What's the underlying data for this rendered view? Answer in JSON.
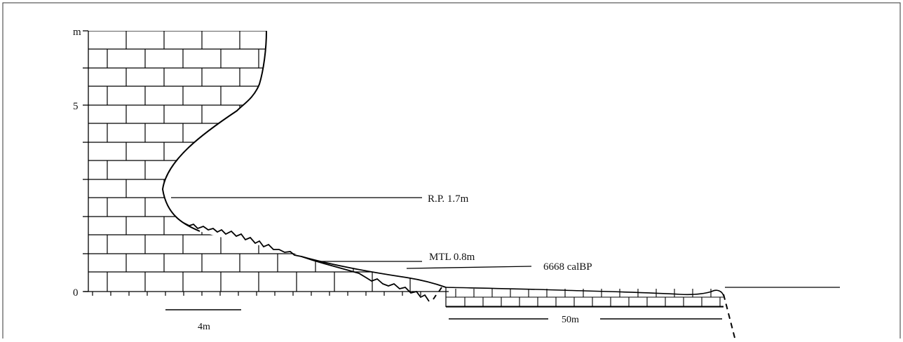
{
  "figure": {
    "axis": {
      "unit_label": "m",
      "tick_top": "5",
      "tick_bottom": "0"
    },
    "annotations": {
      "rp": "R.P. 1.7m",
      "mtl": "MTL 0.8m",
      "date": "6668 calBP"
    },
    "scale_bars": {
      "short": "4m",
      "long": "50m"
    }
  }
}
